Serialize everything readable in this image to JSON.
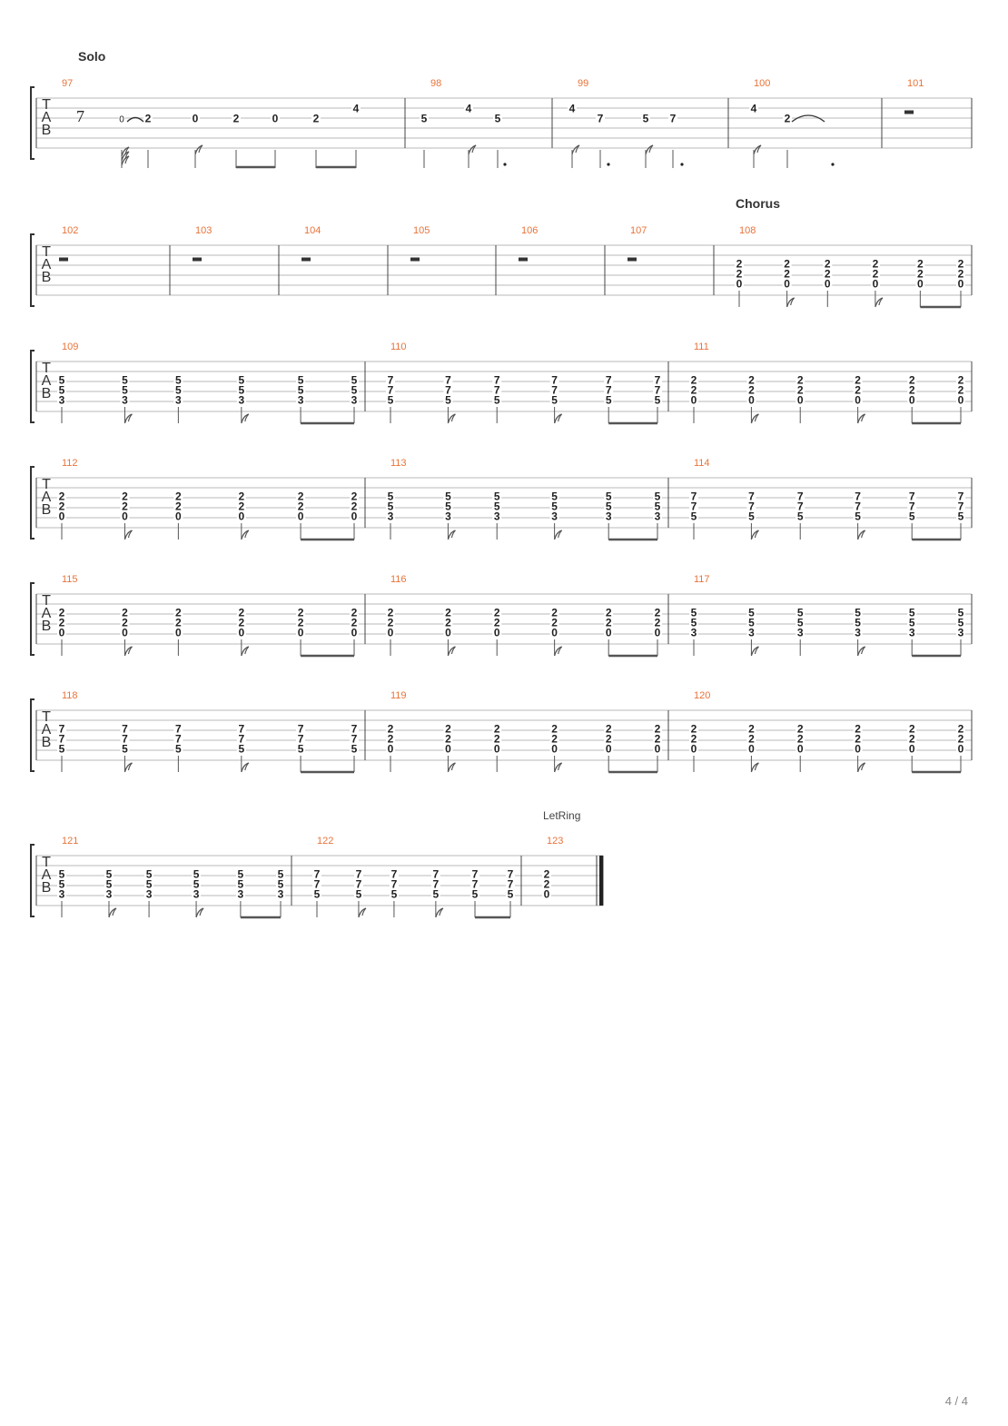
{
  "page": {
    "number_label": "4 / 4"
  },
  "tab_clef": [
    "T",
    "A",
    "B"
  ],
  "markers": {
    "solo": "Solo",
    "chorus": "Chorus",
    "let_ring": "LetRing"
  },
  "systems": [
    {
      "measures": [
        {
          "number": "97",
          "kind": "solo",
          "notes": [
            {
              "fret": "0",
              "string": 3,
              "small": true
            },
            {
              "fret": "2",
              "string": 3
            },
            {
              "fret": "0",
              "string": 3
            },
            {
              "fret": "2",
              "string": 3
            },
            {
              "fret": "0",
              "string": 3
            },
            {
              "fret": "2",
              "string": 3
            },
            {
              "fret": "4",
              "string": 2
            }
          ]
        },
        {
          "number": "98",
          "kind": "solo",
          "notes": [
            {
              "fret": "5",
              "string": 3
            },
            {
              "fret": "4",
              "string": 2
            },
            {
              "fret": "5",
              "string": 3
            }
          ]
        },
        {
          "number": "99",
          "kind": "solo",
          "notes": [
            {
              "fret": "4",
              "string": 2
            },
            {
              "fret": "7",
              "string": 3
            },
            {
              "fret": "5",
              "string": 3
            },
            {
              "fret": "7",
              "string": 3
            }
          ]
        },
        {
          "number": "100",
          "kind": "solo",
          "notes": [
            {
              "fret": "4",
              "string": 2
            },
            {
              "fret": "2",
              "string": 3
            }
          ]
        },
        {
          "number": "101",
          "kind": "rest"
        }
      ]
    },
    {
      "measures": [
        {
          "number": "102",
          "kind": "rest"
        },
        {
          "number": "103",
          "kind": "rest"
        },
        {
          "number": "104",
          "kind": "rest"
        },
        {
          "number": "105",
          "kind": "rest"
        },
        {
          "number": "106",
          "kind": "rest"
        },
        {
          "number": "107",
          "kind": "rest"
        },
        {
          "number": "108",
          "kind": "chord",
          "chord": [
            "2",
            "2",
            "0"
          ]
        }
      ]
    },
    {
      "measures": [
        {
          "number": "109",
          "kind": "chord",
          "chord": [
            "5",
            "5",
            "3"
          ]
        },
        {
          "number": "110",
          "kind": "chord",
          "chord": [
            "7",
            "7",
            "5"
          ]
        },
        {
          "number": "111",
          "kind": "chord",
          "chord": [
            "2",
            "2",
            "0"
          ]
        }
      ]
    },
    {
      "measures": [
        {
          "number": "112",
          "kind": "chord",
          "chord": [
            "2",
            "2",
            "0"
          ]
        },
        {
          "number": "113",
          "kind": "chord",
          "chord": [
            "5",
            "5",
            "3"
          ]
        },
        {
          "number": "114",
          "kind": "chord",
          "chord": [
            "7",
            "7",
            "5"
          ]
        }
      ]
    },
    {
      "measures": [
        {
          "number": "115",
          "kind": "chord",
          "chord": [
            "2",
            "2",
            "0"
          ]
        },
        {
          "number": "116",
          "kind": "chord",
          "chord": [
            "2",
            "2",
            "0"
          ]
        },
        {
          "number": "117",
          "kind": "chord",
          "chord": [
            "5",
            "5",
            "3"
          ]
        }
      ]
    },
    {
      "measures": [
        {
          "number": "118",
          "kind": "chord",
          "chord": [
            "7",
            "7",
            "5"
          ]
        },
        {
          "number": "119",
          "kind": "chord",
          "chord": [
            "2",
            "2",
            "0"
          ]
        },
        {
          "number": "120",
          "kind": "chord",
          "chord": [
            "2",
            "2",
            "0"
          ]
        }
      ]
    },
    {
      "measures": [
        {
          "number": "121",
          "kind": "chord",
          "chord": [
            "5",
            "5",
            "3"
          ]
        },
        {
          "number": "122",
          "kind": "chord",
          "chord": [
            "7",
            "7",
            "5"
          ]
        },
        {
          "number": "123",
          "kind": "final",
          "chord": [
            "2",
            "2",
            "0"
          ]
        }
      ]
    }
  ],
  "colors": {
    "measure_number": "#e8733a",
    "staff_line": "#b8b8b8",
    "note": "#222222"
  }
}
